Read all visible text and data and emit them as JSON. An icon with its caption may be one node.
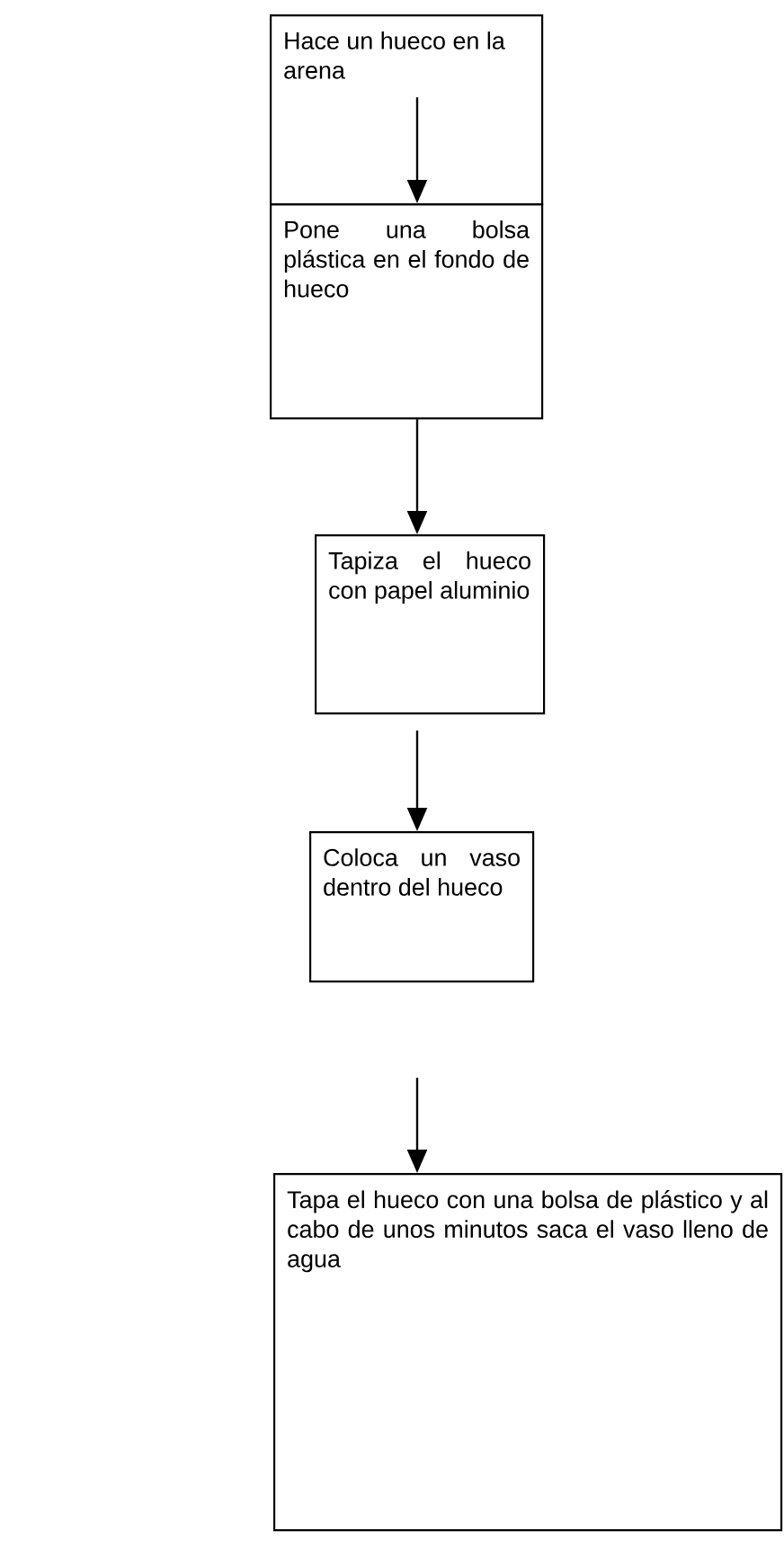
{
  "diagram": {
    "nodes": [
      {
        "text": [
          "Hace un hueco en la arena"
        ]
      },
      {
        "text": [
          "Pone una bolsa plástica en el fondo de hueco"
        ]
      },
      {
        "text": [
          "Tapiza el hueco con papel aluminio"
        ]
      },
      {
        "text": [
          "Coloca un vaso dentro del hueco"
        ]
      },
      {
        "text": [
          "Tapa el hueco con una bolsa de plástico y al cabo de unos minutos saca el vaso lleno de agua"
        ]
      }
    ],
    "edges": [
      {
        "from": 0,
        "to": 1,
        "arrow": "to"
      },
      {
        "from": 1,
        "to": 2,
        "arrow": "to"
      },
      {
        "from": 2,
        "to": 3,
        "arrow": "to"
      },
      {
        "from": 3,
        "to": 4,
        "arrow": "to"
      }
    ]
  }
}
